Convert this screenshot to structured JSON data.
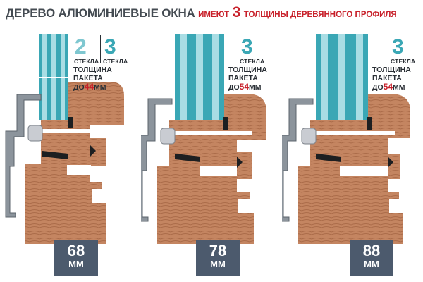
{
  "header": {
    "title": "ДЕРЕВО АЛЮМИНИЕВЫЕ ОКНА",
    "sub_before": "ИМЕЮТ",
    "sub_number": "3",
    "sub_after": "ТОЛЩИНЫ ДЕРЕВЯННОГО ПРОФИЛЯ"
  },
  "profiles": [
    {
      "glass_a_num": "2",
      "glass_a_label": "СТЕКЛА",
      "glass_b_num": "3",
      "glass_b_label": "СТЕКЛА",
      "pack_line1": "ТОЛЩИНА",
      "pack_line2": "ПАКЕТА",
      "pack_prefix": "ДО",
      "pack_value": "44",
      "pack_unit": "ММ",
      "depth_value": "68",
      "depth_unit": "ММ"
    },
    {
      "glass_num": "3",
      "glass_label": "СТЕКЛА",
      "pack_line1": "ТОЛЩИНА",
      "pack_line2": "ПАКЕТА",
      "pack_prefix": "ДО",
      "pack_value": "54",
      "pack_unit": "ММ",
      "depth_value": "78",
      "depth_unit": "ММ"
    },
    {
      "glass_num": "3",
      "glass_label": "СТЕКЛА",
      "pack_line1": "ТОЛЩИНА",
      "pack_line2": "ПАКЕТА",
      "pack_prefix": "ДО",
      "pack_value": "54",
      "pack_unit": "ММ",
      "depth_value": "88",
      "depth_unit": "ММ"
    }
  ],
  "colors": {
    "glass": "#3aa7b5",
    "glass_light": "#a9dde4",
    "wood": "#c48561",
    "wood_grain": "#8d4f30",
    "aluminium": "#8c949c",
    "badge": "#4c5a6d",
    "accent_red": "#c8202a",
    "glass_number": "#7ec7d0"
  }
}
